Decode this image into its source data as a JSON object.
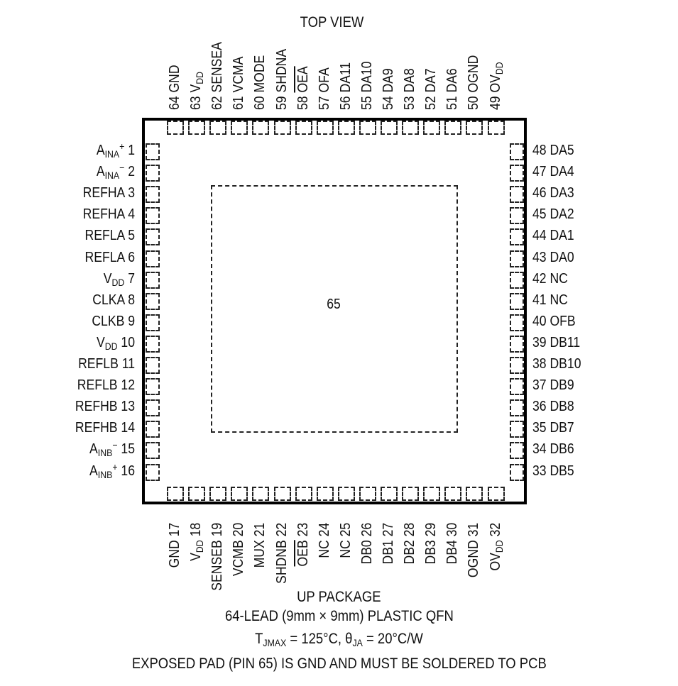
{
  "title": "TOP VIEW",
  "exposed_pad": {
    "label": "65"
  },
  "pins": {
    "left": [
      {
        "num": "1",
        "name": "A",
        "sub": "INA",
        "sup": "+"
      },
      {
        "num": "2",
        "name": "A",
        "sub": "INA",
        "sup": "−"
      },
      {
        "num": "3",
        "name": "REFHA"
      },
      {
        "num": "4",
        "name": "REFHA"
      },
      {
        "num": "5",
        "name": "REFLA"
      },
      {
        "num": "6",
        "name": "REFLA"
      },
      {
        "num": "7",
        "name": "V",
        "sub": "DD"
      },
      {
        "num": "8",
        "name": "CLKA"
      },
      {
        "num": "9",
        "name": "CLKB"
      },
      {
        "num": "10",
        "name": "V",
        "sub": "DD"
      },
      {
        "num": "11",
        "name": "REFLB"
      },
      {
        "num": "12",
        "name": "REFLB"
      },
      {
        "num": "13",
        "name": "REFHB"
      },
      {
        "num": "14",
        "name": "REFHB"
      },
      {
        "num": "15",
        "name": "A",
        "sub": "INB",
        "sup": "−"
      },
      {
        "num": "16",
        "name": "A",
        "sub": "INB",
        "sup": "+"
      }
    ],
    "bottom": [
      {
        "num": "17",
        "name": "GND"
      },
      {
        "num": "18",
        "name": "V",
        "sub": "DD"
      },
      {
        "num": "19",
        "name": "SENSEB"
      },
      {
        "num": "20",
        "name": "VCMB"
      },
      {
        "num": "21",
        "name": "MUX"
      },
      {
        "num": "22",
        "name": "SHDNB"
      },
      {
        "num": "23",
        "name": "OEB",
        "overline": true
      },
      {
        "num": "24",
        "name": "NC"
      },
      {
        "num": "25",
        "name": "NC"
      },
      {
        "num": "26",
        "name": "DB0"
      },
      {
        "num": "27",
        "name": "DB1"
      },
      {
        "num": "28",
        "name": "DB2"
      },
      {
        "num": "29",
        "name": "DB3"
      },
      {
        "num": "30",
        "name": "DB4"
      },
      {
        "num": "31",
        "name": "OGND"
      },
      {
        "num": "32",
        "name": "OV",
        "sub": "DD"
      }
    ],
    "right": [
      {
        "num": "48",
        "name": "DA5"
      },
      {
        "num": "47",
        "name": "DA4"
      },
      {
        "num": "46",
        "name": "DA3"
      },
      {
        "num": "45",
        "name": "DA2"
      },
      {
        "num": "44",
        "name": "DA1"
      },
      {
        "num": "43",
        "name": "DA0"
      },
      {
        "num": "42",
        "name": "NC"
      },
      {
        "num": "41",
        "name": "NC"
      },
      {
        "num": "40",
        "name": "OFB"
      },
      {
        "num": "39",
        "name": "DB11"
      },
      {
        "num": "38",
        "name": "DB10"
      },
      {
        "num": "37",
        "name": "DB9"
      },
      {
        "num": "36",
        "name": "DB8"
      },
      {
        "num": "35",
        "name": "DB7"
      },
      {
        "num": "34",
        "name": "DB6"
      },
      {
        "num": "33",
        "name": "DB5"
      }
    ],
    "top": [
      {
        "num": "64",
        "name": "GND"
      },
      {
        "num": "63",
        "name": "V",
        "sub": "DD"
      },
      {
        "num": "62",
        "name": "SENSEA"
      },
      {
        "num": "61",
        "name": "VCMA"
      },
      {
        "num": "60",
        "name": "MODE"
      },
      {
        "num": "59",
        "name": "SHDNA"
      },
      {
        "num": "58",
        "name": "OEA",
        "overline": true
      },
      {
        "num": "57",
        "name": "OFA"
      },
      {
        "num": "56",
        "name": "DA11"
      },
      {
        "num": "55",
        "name": "DA10"
      },
      {
        "num": "54",
        "name": "DA9"
      },
      {
        "num": "53",
        "name": "DA8"
      },
      {
        "num": "52",
        "name": "DA7"
      },
      {
        "num": "51",
        "name": "DA6"
      },
      {
        "num": "50",
        "name": "OGND"
      },
      {
        "num": "49",
        "name": "OV",
        "sub": "DD"
      }
    ]
  },
  "footer": {
    "line1": "UP PACKAGE",
    "line2": "64-LEAD (9mm × 9mm) PLASTIC QFN",
    "line3": {
      "t": "T",
      "t_sub": "JMAX",
      "t_rest": " = 125°C, ",
      "theta": "θ",
      "theta_sub": "JA",
      "theta_rest": " = 20°C/W"
    },
    "line4": "EXPOSED PAD (PIN 65) IS GND AND MUST BE SOLDERED TO PCB"
  }
}
